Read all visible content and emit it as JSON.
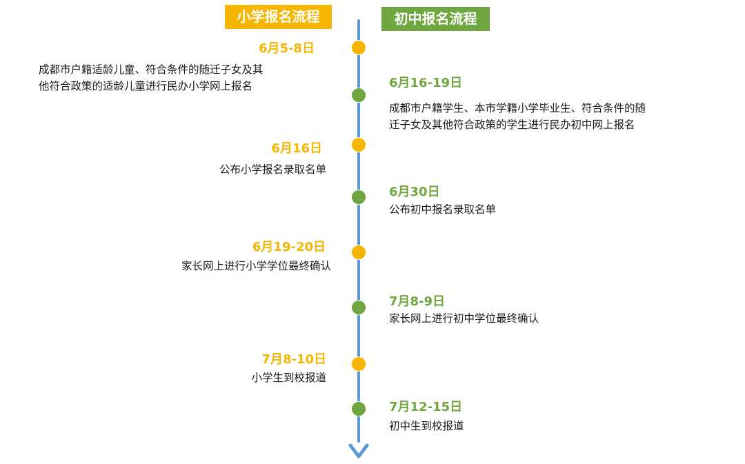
{
  "titles": {
    "primary": "小学报名流程",
    "middle": "初中报名流程"
  },
  "colors": {
    "primary": "#F6B500",
    "middle": "#6FA63F",
    "axis": "#5B9BD5"
  },
  "primary_events": [
    {
      "date": "6月5-8日",
      "lines": [
        "成都市户籍适龄儿童、符合条件的随迁子女及其",
        "他符合政策的适龄儿童进行民办小学网上报名"
      ]
    },
    {
      "date": "6月16日",
      "lines": [
        "公布小学报名录取名单"
      ]
    },
    {
      "date": "6月19-20日",
      "lines": [
        "家长网上进行小学学位最终确认"
      ]
    },
    {
      "date": "7月8-10日",
      "lines": [
        "小学生到校报道"
      ]
    }
  ],
  "middle_events": [
    {
      "date": "6月16-19日",
      "lines": [
        "成都市户籍学生、本市学籍小学毕业生、符合条件的随",
        "迁子女及其他符合政策的学生进行民办初中网上报名"
      ]
    },
    {
      "date": "6月30日",
      "lines": [
        "公布初中报名录取名单"
      ]
    },
    {
      "date": "7月8-9日",
      "lines": [
        "家长网上进行初中学位最终确认"
      ]
    },
    {
      "date": "7月12-15日",
      "lines": [
        "初中生到校报道"
      ]
    }
  ]
}
